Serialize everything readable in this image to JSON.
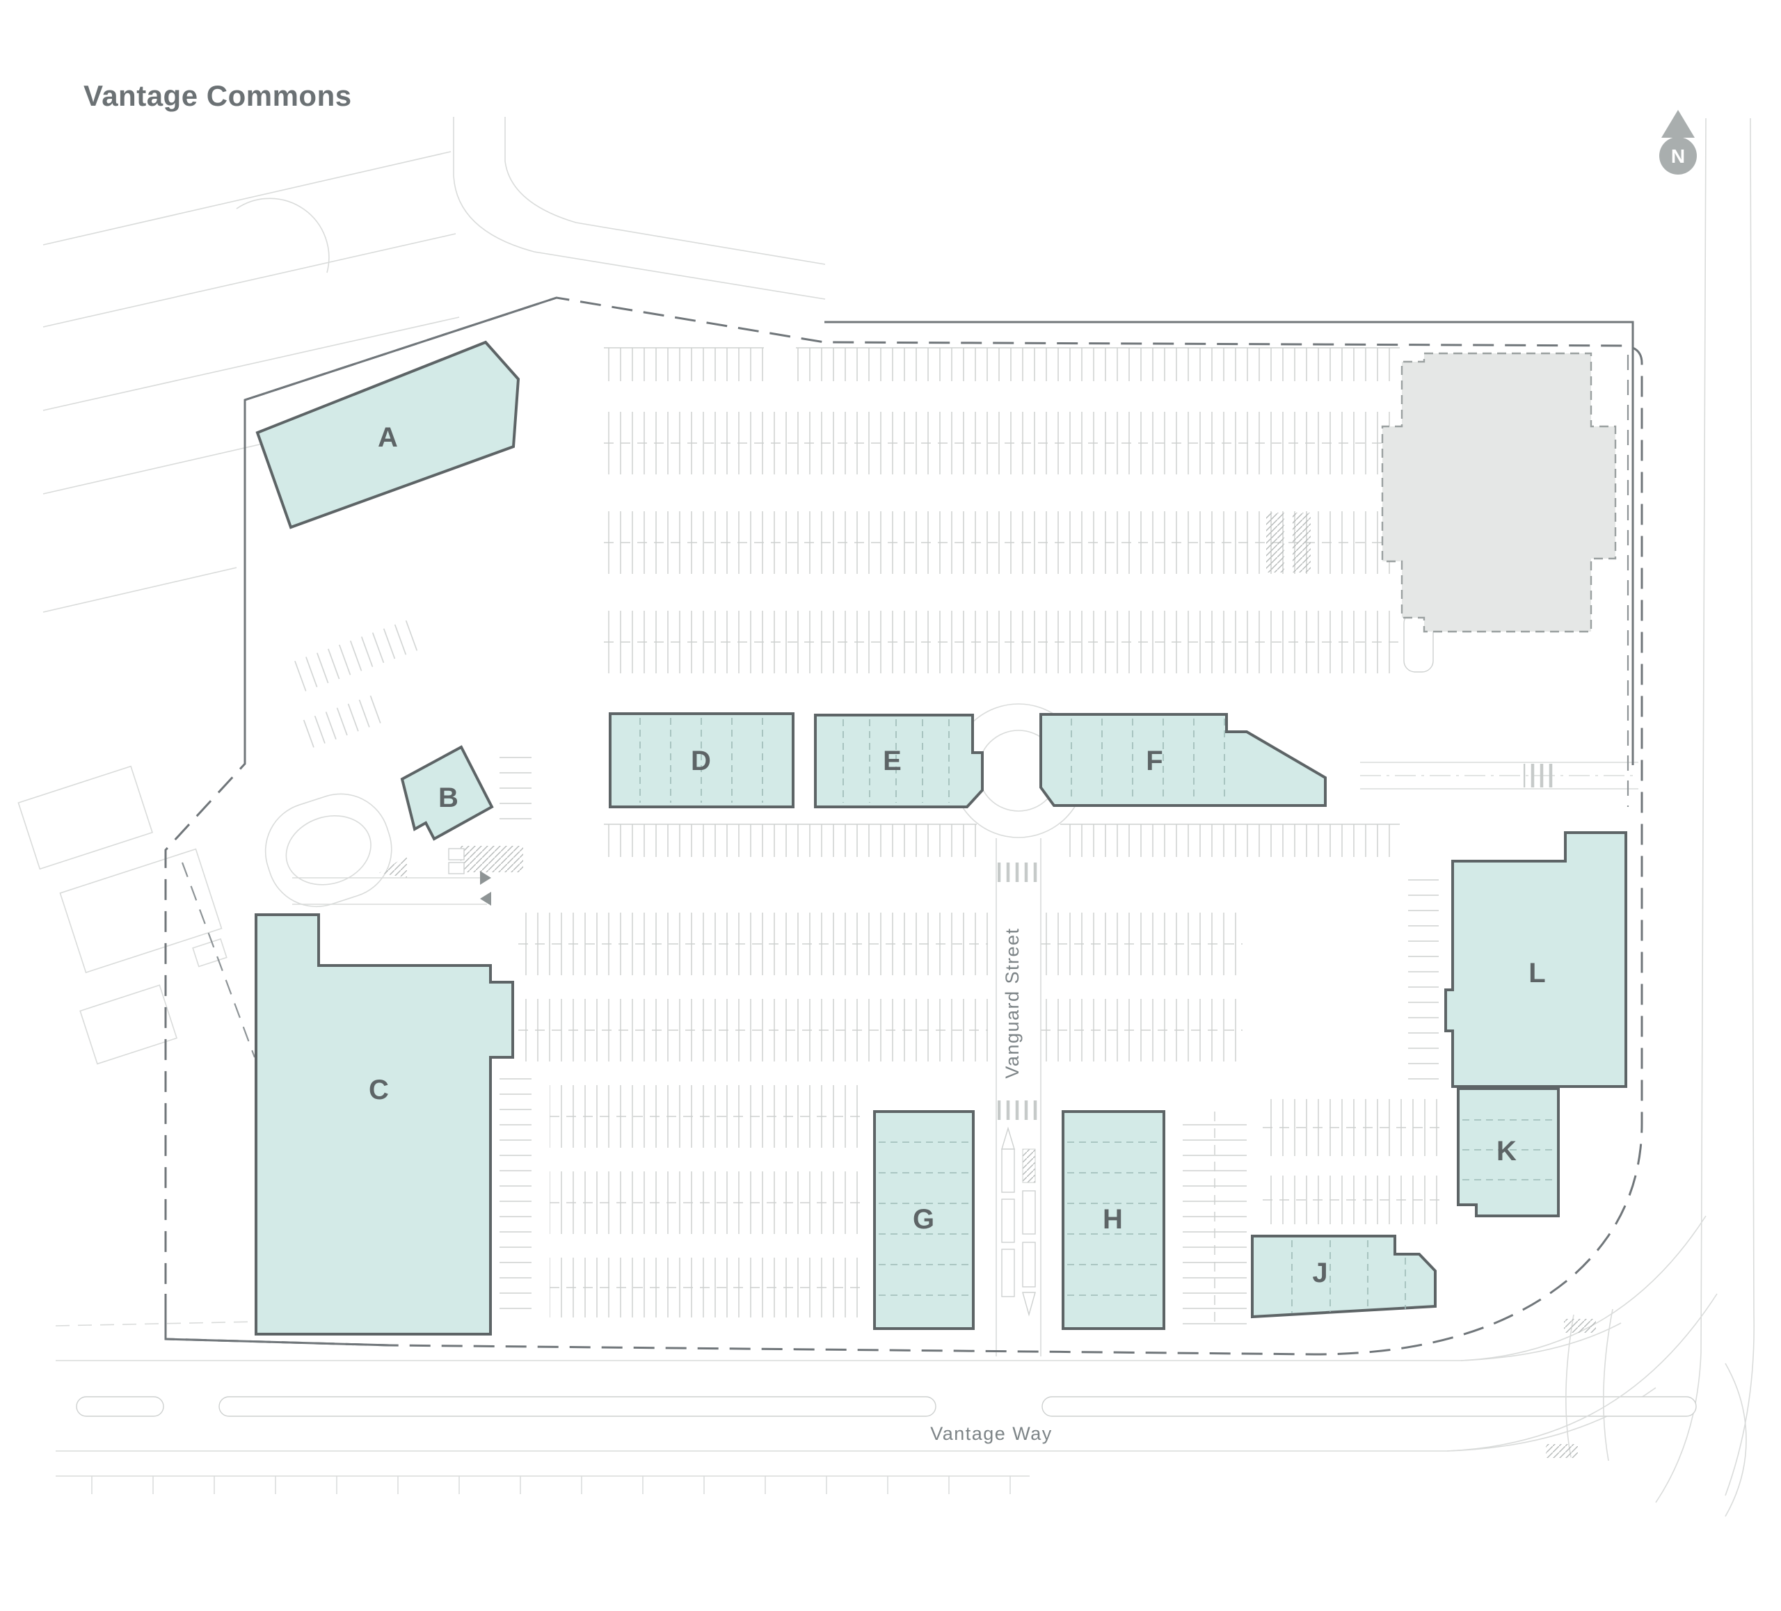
{
  "title": "Vantage Commons",
  "north": {
    "label": "N"
  },
  "streets": {
    "vanguard": "Vanguard Street",
    "vantage": "Vantage Way"
  },
  "buildings": {
    "a": {
      "label": "A"
    },
    "b": {
      "label": "B"
    },
    "c": {
      "label": "C"
    },
    "d": {
      "label": "D"
    },
    "e": {
      "label": "E"
    },
    "f": {
      "label": "F"
    },
    "g": {
      "label": "G"
    },
    "h": {
      "label": "H"
    },
    "j": {
      "label": "J"
    },
    "k": {
      "label": "K"
    },
    "l": {
      "label": "L"
    }
  },
  "colors": {
    "building_fill": "#d3eae7",
    "building_outline": "#5d6466",
    "existing_building_fill": "#e5e7e6",
    "boundary_line": "#70767a",
    "parking_line": "#cdd0cf",
    "context_line": "#d9dbda",
    "title_text": "#6b7174",
    "street_text": "#7d8487",
    "north_badge": "#a9aeae"
  }
}
